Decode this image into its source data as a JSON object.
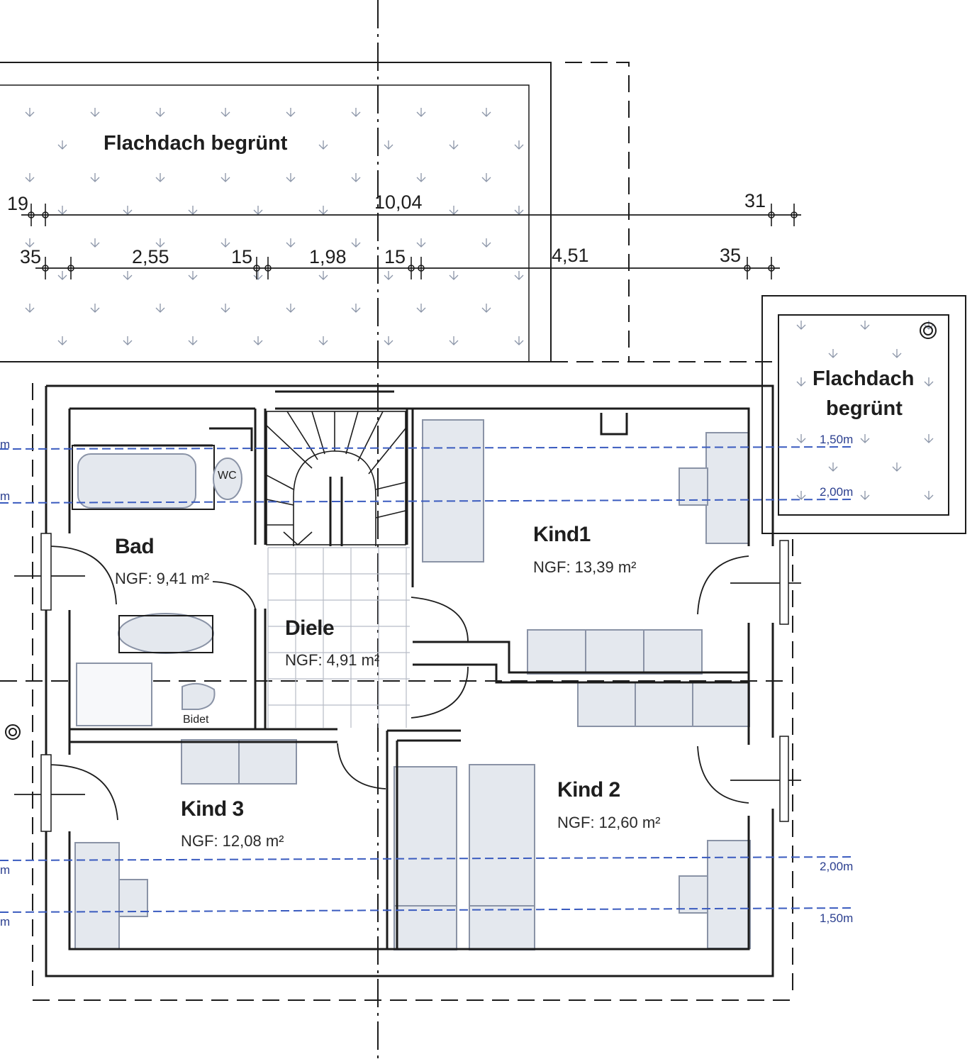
{
  "roof_top": {
    "label": "Flachdach begrünt"
  },
  "roof_right": {
    "line1": "Flachdach",
    "line2": "begrünt"
  },
  "dimensions_row1": [
    "19",
    "10,04",
    "31"
  ],
  "dimensions_row2": [
    "35",
    "2,55",
    "15",
    "1,98",
    "15",
    "4,51",
    "35"
  ],
  "rooms": [
    {
      "name": "Bad",
      "area": "NGF: 9,41 m²"
    },
    {
      "name": "Diele",
      "area": "NGF: 4,91 m²"
    },
    {
      "name": "Kind1",
      "area": "NGF: 13,39 m²"
    },
    {
      "name": "Kind 3",
      "area": "NGF: 12,08 m²"
    },
    {
      "name": "Kind 2",
      "area": "NGF: 12,60 m²"
    }
  ],
  "fixtures": {
    "wc": "WC",
    "bidet": "Bidet"
  },
  "height_lines_right": [
    "1,50m",
    "2,00m",
    "2,00m",
    "1,50m"
  ],
  "height_lines_left": [
    "m",
    "m",
    "m",
    "m"
  ],
  "colors": {
    "wall": "#1c1c1c",
    "furniture_fill": "#e4e8ee",
    "furniture_stroke": "#8a93a6",
    "height_line": "#3a5bbf",
    "roof_symbol": "#8b95a8"
  }
}
